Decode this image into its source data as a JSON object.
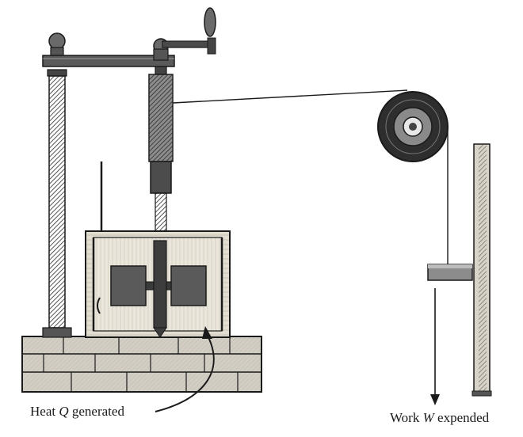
{
  "labels": {
    "heat": {
      "prefix": "Heat ",
      "symbol": "Q",
      "suffix": " generated"
    },
    "work": {
      "prefix": "Work ",
      "symbol": "W",
      "suffix": " expended"
    }
  },
  "colors": {
    "ink": "#1a1a1a",
    "wood_light": "#d9d4c8",
    "wood_dark": "#4a4a4a",
    "brick": "#cfcac0",
    "background": "#ffffff"
  }
}
